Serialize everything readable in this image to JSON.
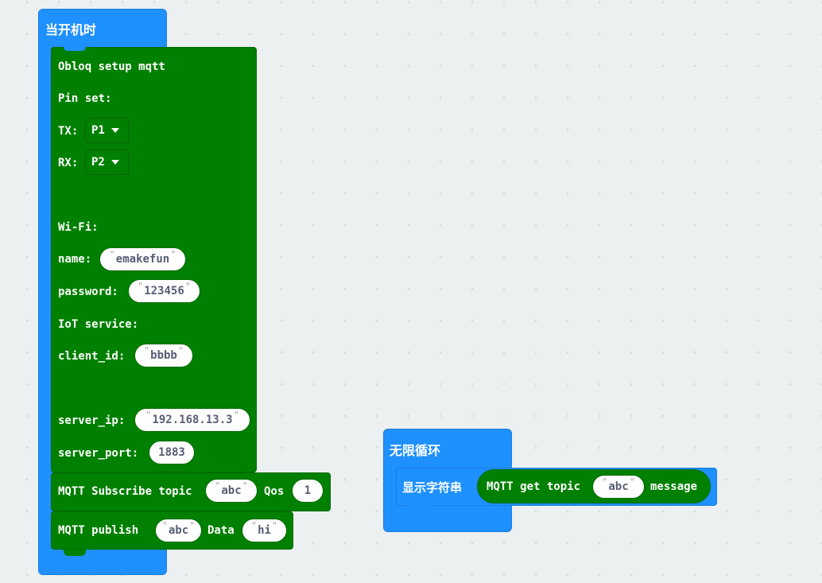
{
  "on_start": {
    "title": "当开机时"
  },
  "obloq_setup": {
    "title": "Obloq setup mqtt",
    "pin_set_label": "Pin set:",
    "tx_label": "TX:",
    "tx_value": "P1",
    "rx_label": "RX:",
    "rx_value": "P2",
    "wifi_label": "Wi-Fi:",
    "name_label": "name:",
    "name_value": "emakefun",
    "password_label": "password:",
    "password_value": "123456",
    "iot_label": "IoT service:",
    "client_id_label": "client_id:",
    "client_id_value": "bbbb",
    "server_ip_label": "server_ip:",
    "server_ip_value": "192.168.13.3",
    "server_port_label": "server_port:",
    "server_port_value": "1883"
  },
  "subscribe": {
    "label": "MQTT Subscribe topic",
    "topic": "abc",
    "qos_label": "Qos",
    "qos_value": "1"
  },
  "publish": {
    "label": "MQTT publish",
    "topic": "abc",
    "data_label": "Data",
    "data_value": "hi"
  },
  "forever": {
    "title": "无限循环"
  },
  "show_string": {
    "label": "显示字符串",
    "get_label": "MQTT get topic",
    "topic": "abc",
    "message_label": "message"
  },
  "colors": {
    "basic_blue": "#1e90ff",
    "obloq_green": "#008000",
    "workspace": "#ecf0f1"
  },
  "icons": {
    "dropdown": "caret-down-icon"
  }
}
